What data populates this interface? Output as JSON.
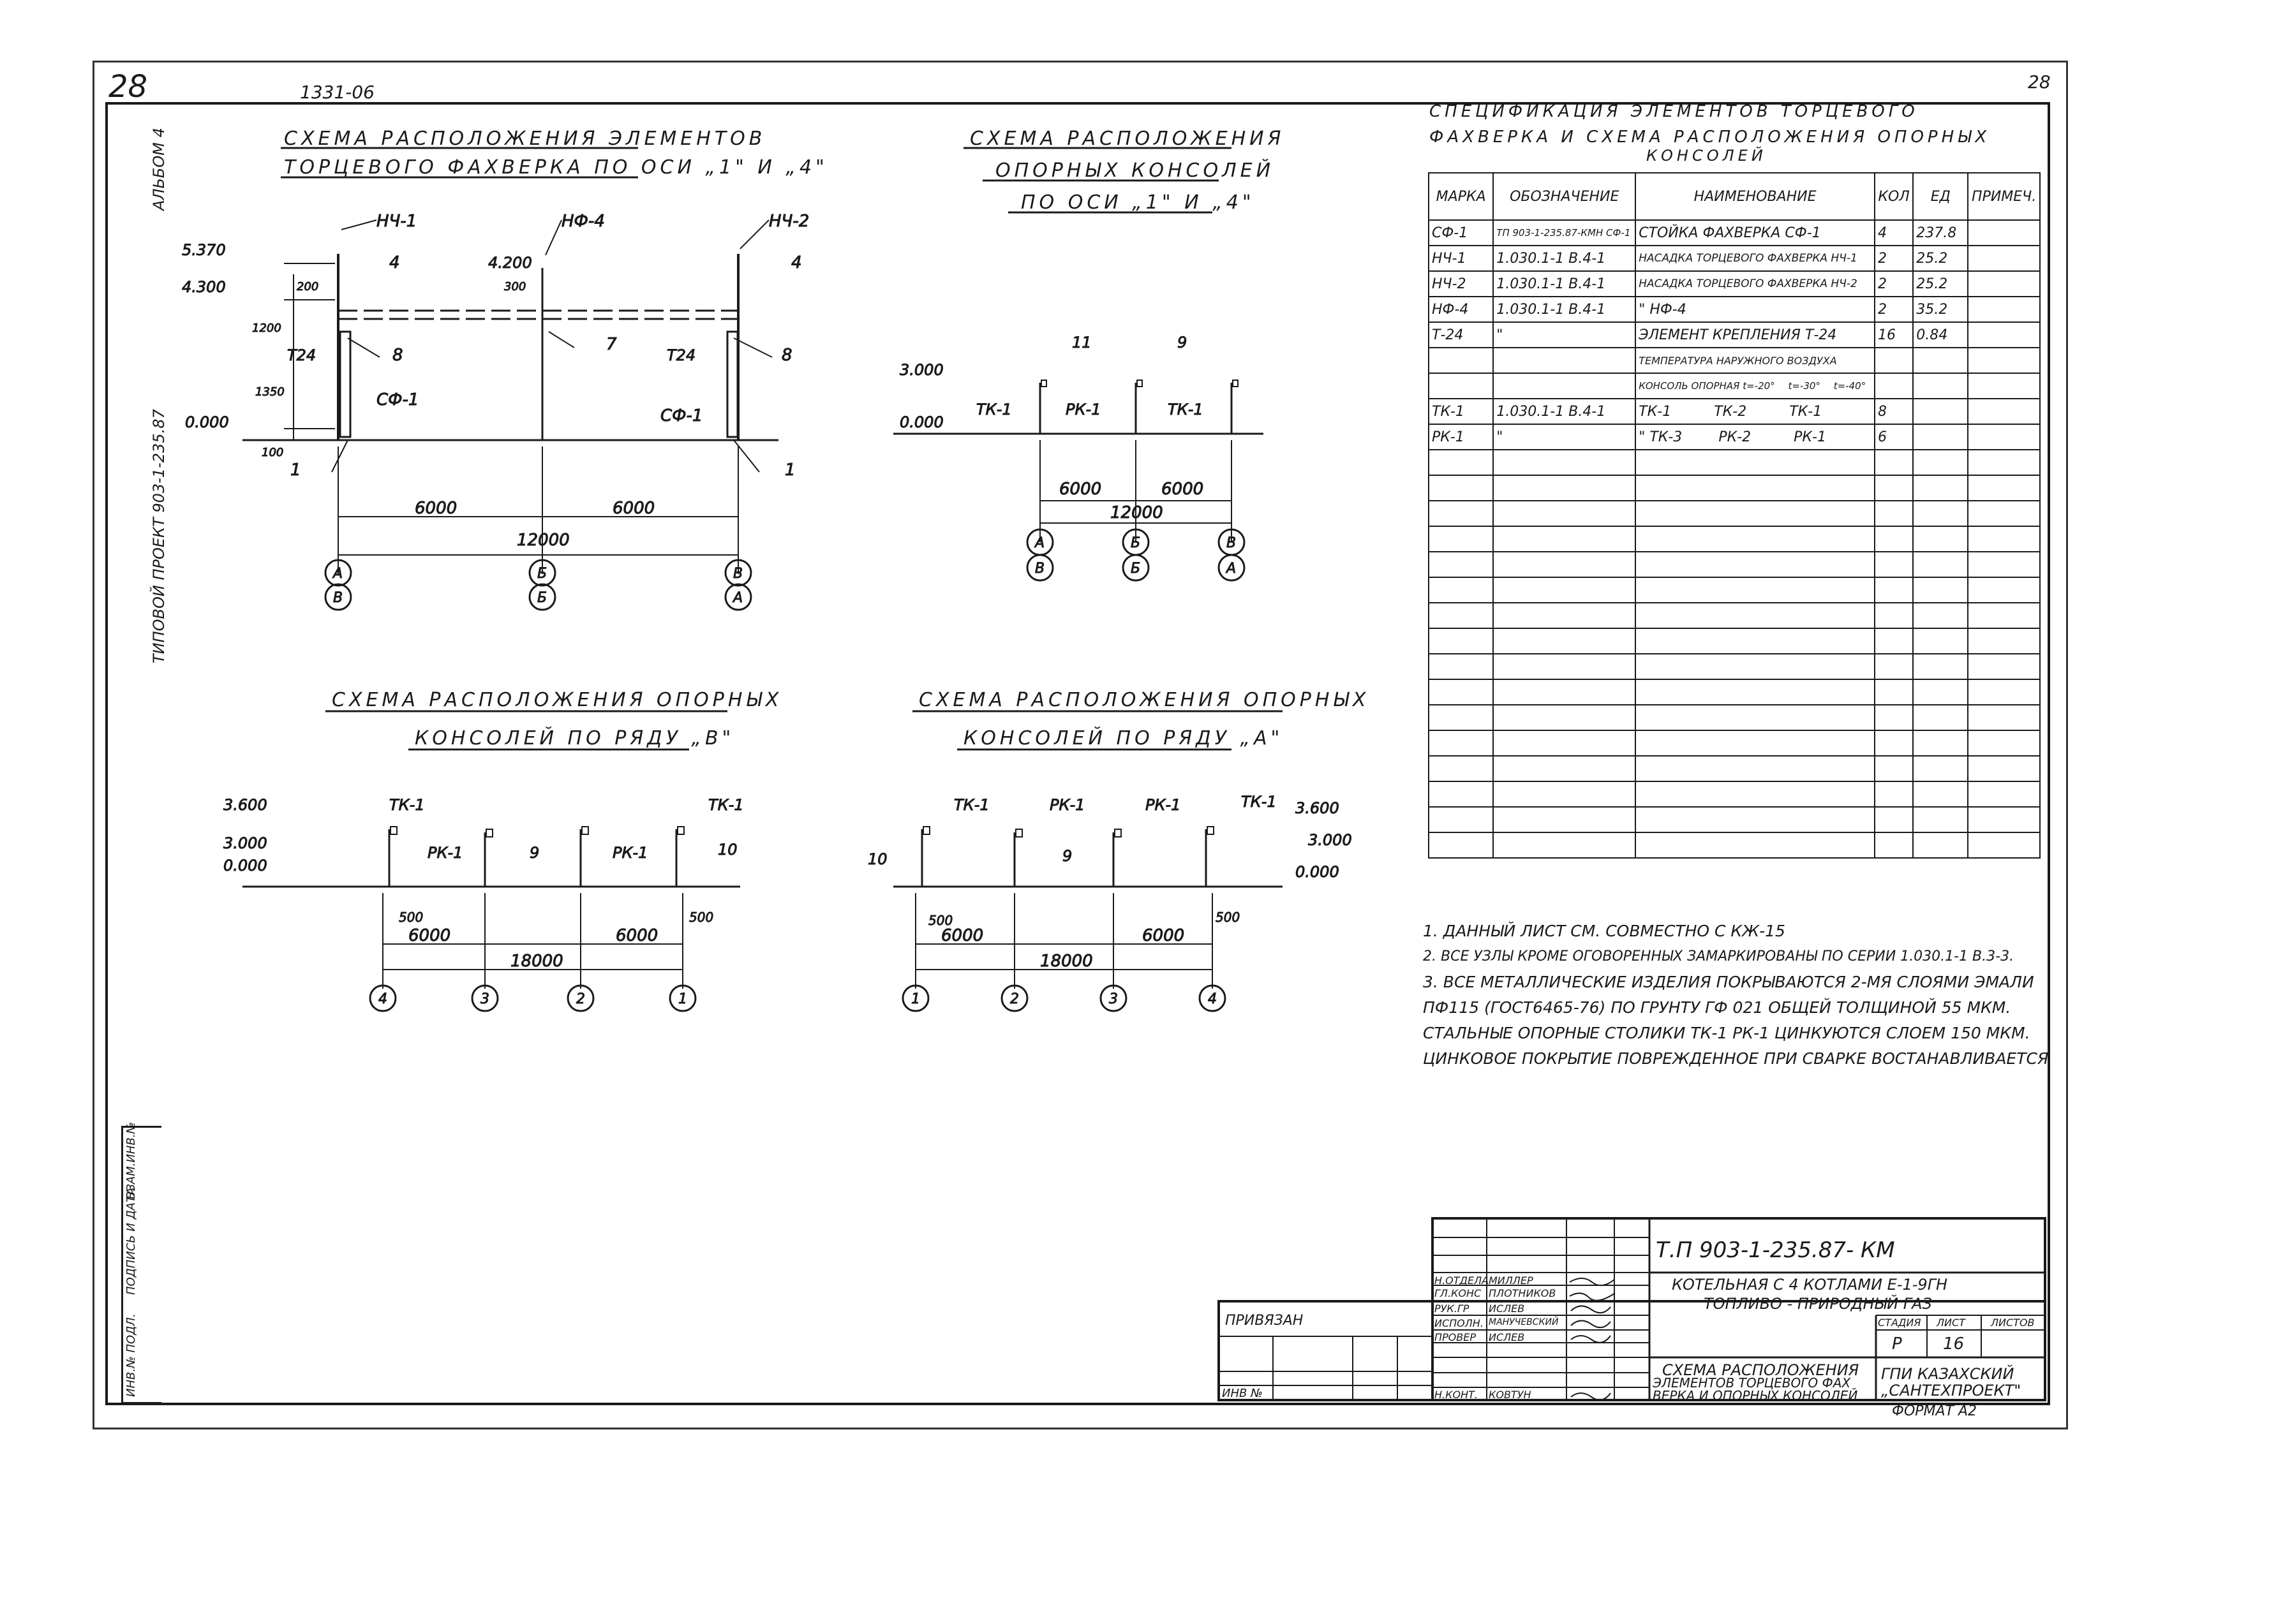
{
  "header": {
    "sheet_mark": "28",
    "series_code": "1331-06",
    "top_right_sheet": "28"
  },
  "side_labels": {
    "album": "АЛЬБОМ 4",
    "project": "ТИПОВОЙ ПРОЕКТ 903-1-235.87",
    "stamp_cols": [
      "ИНВ.№ ПОДЛ.",
      "ПОДПИСЬ И ДАТА",
      "ВЗАМ.ИНВ.№"
    ]
  },
  "schemes": {
    "s1": {
      "title_1": "СХЕМА РАСПОЛОЖЕНИЯ ЭЛЕМЕНТОВ",
      "title_2": "ТОРЦЕВОГО ФАХВЕРКА ПО ОСИ „1\" И „4\"",
      "levels": [
        "5.370",
        "4.300",
        "4.200",
        "0.000"
      ],
      "dims": [
        "200",
        "1200",
        "1350",
        "100",
        "300"
      ],
      "marks": [
        "НЧ-1",
        "НФ-4",
        "НЧ-2",
        "Т24",
        "Т24",
        "СФ-1",
        "СФ-1",
        "4",
        "4",
        "8",
        "8",
        "7",
        "1",
        "1"
      ],
      "spans": [
        "6000",
        "6000",
        "12000"
      ],
      "axes": [
        [
          "А",
          "В"
        ],
        [
          "Б",
          "Б"
        ],
        [
          "В",
          "А"
        ]
      ]
    },
    "s2": {
      "title_1": "СХЕМА РАСПОЛОЖЕНИЯ",
      "title_2": "ОПОРНЫХ КОНСОЛЕЙ",
      "title_3": "ПО ОСИ „1\" И „4\"",
      "levels": [
        "3.000",
        "0.000"
      ],
      "marks": [
        "ТК-1",
        "РК-1",
        "ТК-1",
        "11",
        "9"
      ],
      "spans": [
        "6000",
        "6000",
        "12000"
      ],
      "axes": [
        [
          "А",
          "В"
        ],
        [
          "Б",
          "Б"
        ],
        [
          "В",
          "А"
        ]
      ]
    },
    "s3": {
      "title_1": "СХЕМА РАСПОЛОЖЕНИЯ ОПОРНЫХ",
      "title_2": "КОНСОЛЕЙ ПО РЯДУ „В\"",
      "levels": [
        "3.600",
        "3.000",
        "0.000"
      ],
      "marks": [
        "ТК-1",
        "РК-1",
        "9",
        "РК-1",
        "ТК-1",
        "10"
      ],
      "dims": [
        "500",
        "500"
      ],
      "spans": [
        "6000",
        "6000",
        "18000"
      ],
      "axes": [
        "4",
        "3",
        "2",
        "1"
      ]
    },
    "s4": {
      "title_1": "СХЕМА РАСПОЛОЖЕНИЯ ОПОРНЫХ",
      "title_2": "КОНСОЛЕЙ ПО РЯДУ „А\"",
      "levels": [
        "3.600",
        "3.000",
        "0.000"
      ],
      "marks": [
        "ТК-1",
        "РК-1",
        "РК-1",
        "ТК-1",
        "10",
        "9"
      ],
      "dims": [
        "500",
        "500"
      ],
      "spans": [
        "6000",
        "6000",
        "18000"
      ],
      "axes": [
        "1",
        "2",
        "3",
        "4"
      ]
    }
  },
  "spec": {
    "title_1": "СПЕЦИФИКАЦИЯ ЭЛЕМЕНТОВ ТОРЦЕВОГО",
    "title_2": "ФАХВЕРКА И СХЕМА РАСПОЛОЖЕНИЯ ОПОРНЫХ",
    "title_3": "КОНСОЛЕЙ",
    "headers": [
      "МАРКА",
      "ОБОЗНАЧЕНИЕ",
      "НАИМЕНОВАНИЕ",
      "КОЛ",
      "ЕД",
      "ПРИМЕЧ."
    ],
    "rows": [
      [
        "СФ-1",
        "ТП 903-1-235.87-КМН СФ-1",
        "СТОЙКА ФАХВЕРКА СФ-1",
        "4",
        "237.8",
        ""
      ],
      [
        "НЧ-1",
        "1.030.1-1 В.4-1",
        "НАСАДКА ТОРЦЕВОГО ФАХВЕРКА НЧ-1",
        "2",
        "25.2",
        ""
      ],
      [
        "НЧ-2",
        "1.030.1-1 В.4-1",
        "НАСАДКА ТОРЦЕВОГО ФАХВЕРКА НЧ-2",
        "2",
        "25.2",
        ""
      ],
      [
        "НФ-4",
        "1.030.1-1 В.4-1",
        "\" НФ-4",
        "2",
        "35.2",
        ""
      ],
      [
        "Т-24",
        "\"",
        "ЭЛЕМЕНТ КРЕПЛЕНИЯ Т-24",
        "16",
        "0.84",
        ""
      ]
    ],
    "temp_header": "ТЕМПЕРАТУРА НАРУЖНОГО ВОЗДУХА",
    "temp_cols": [
      "КОНСОЛЬ ОПОРНАЯ t=-20°",
      "t=-30°",
      "t=-40°"
    ],
    "console_rows": [
      [
        "ТК-1",
        "1.030.1-1 В.4-1",
        "ТК-1",
        "ТК-2",
        "ТК-1",
        "8"
      ],
      [
        "РК-1",
        "\"",
        "\" ТК-3",
        "РК-2",
        "РК-1",
        "6"
      ]
    ]
  },
  "notes": [
    "1. ДАННЫЙ ЛИСТ СМ. СОВМЕСТНО С КЖ-15",
    "2. ВСЕ УЗЛЫ КРОМЕ ОГОВОРЕННЫХ ЗАМАРКИРОВАНЫ ПО СЕРИИ 1.030.1-1 В.3-3.",
    "3. ВСЕ МЕТАЛЛИЧЕСКИЕ ИЗДЕЛИЯ ПОКРЫВАЮТСЯ 2-МЯ СЛОЯМИ ЭМАЛИ",
    "ПФ115 (ГОСТ6465-76) ПО ГРУНТУ ГФ 021 ОБЩЕЙ ТОЛЩИНОЙ 55 МКМ.",
    "СТАЛЬНЫЕ ОПОРНЫЕ СТОЛИКИ ТК-1 РК-1 ЦИНКУЮТСЯ СЛОЕМ 150 МКМ.",
    "ЦИНКОВОЕ ПОКРЫТИЕ ПОВРЕЖДЕННОЕ ПРИ СВАРКЕ ВОСТАНАВЛИВАЕТСЯ"
  ],
  "titleblock": {
    "code": "Т.П 903-1-235.87- КМ",
    "object_1": "КОТЕЛЬНАЯ С 4 КОТЛАМИ Е-1-9ГН",
    "object_2": "ТОПЛИВО - ПРИРОДНЫЙ ГАЗ",
    "stage_hdr": "СТАДИЯ",
    "sheet_hdr": "ЛИСТ",
    "sheets_hdr": "ЛИСТОВ",
    "stage": "Р",
    "sheet": "16",
    "drawing_1": "СХЕМА РАСПОЛОЖЕНИЯ",
    "drawing_2": "ЭЛЕМЕНТОВ ТОРЦЕВОГО ФАХ",
    "drawing_3": "ВЕРКА И ОПОРНЫХ КОНСОЛЕЙ",
    "org_1": "ГПИ КАЗАХСКИЙ",
    "org_2": "„САНТЕХПРОЕКТ\"",
    "format": "ФОРМАТ А2",
    "privyazan": "ПРИВЯЗАН",
    "inv": "ИНВ № ",
    "people": [
      [
        "Н.ОТДЕЛА",
        "МИЛЛЕР"
      ],
      [
        "ГЛ.КОНС",
        "ПЛОТНИКОВ"
      ],
      [
        "РУК.ГР",
        "ИСЛЕВ"
      ],
      [
        "ИСПОЛН.",
        "МАНУЧЕВСКИЙ"
      ],
      [
        "ПРОВЕР",
        "ИСЛЕВ"
      ],
      [
        "Н.КОНТ.",
        "КОВТУН"
      ]
    ]
  }
}
